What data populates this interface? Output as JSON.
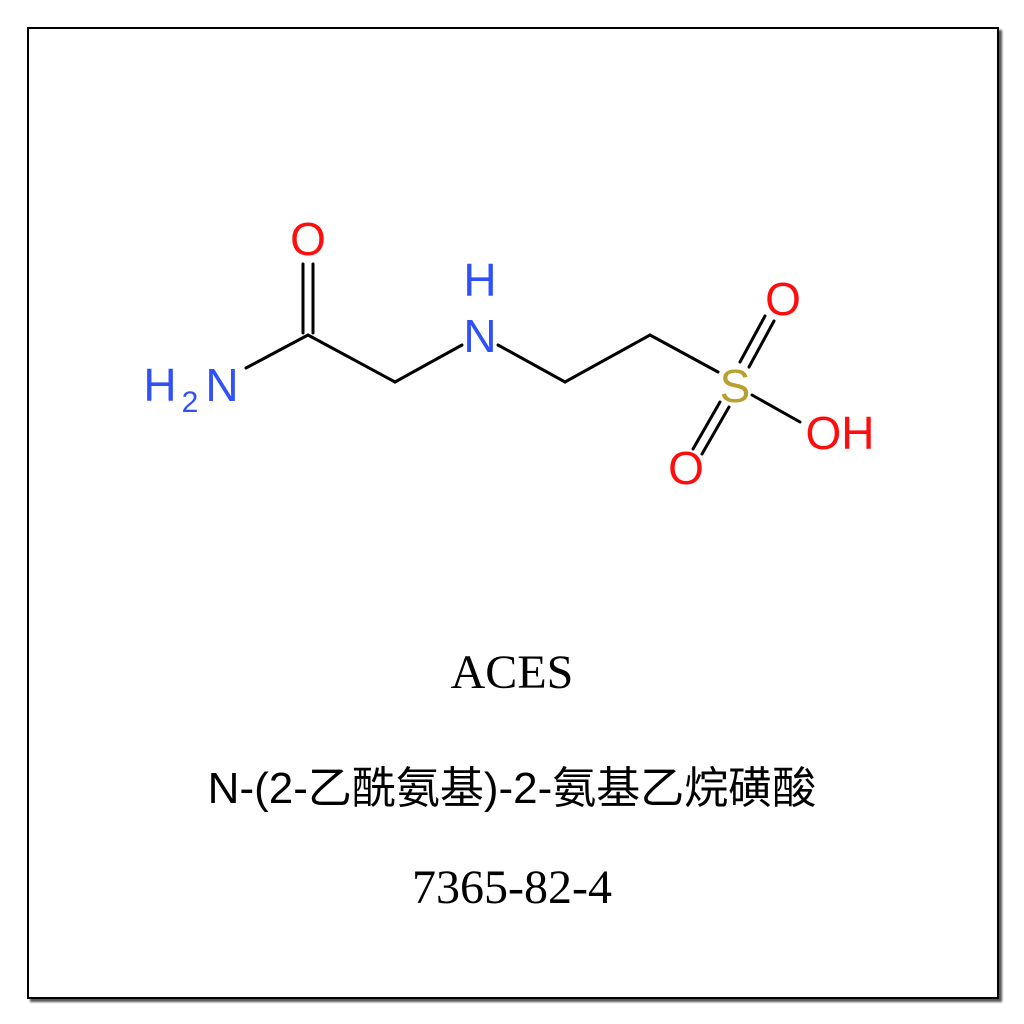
{
  "compound": {
    "abbreviation": "ACES",
    "chinese_name": "N-(2-乙酰氨基)-2-氨基乙烷磺酸",
    "cas_number": "7365-82-4"
  },
  "structure": {
    "atoms": {
      "o_carbonyl": "O",
      "amide_n": "N",
      "amide_h": "H",
      "amide_h_count": "2",
      "amine_n": "N",
      "amine_h": "H",
      "sulfur": "S",
      "o_sulfonyl_top": "O",
      "o_sulfonyl_bottom": "O",
      "hydroxyl": "OH"
    },
    "colors": {
      "nitrogen": "#3050F8",
      "oxygen": "#FF0D0D",
      "sulfur": "#B8A030",
      "bond": "#000000"
    }
  }
}
